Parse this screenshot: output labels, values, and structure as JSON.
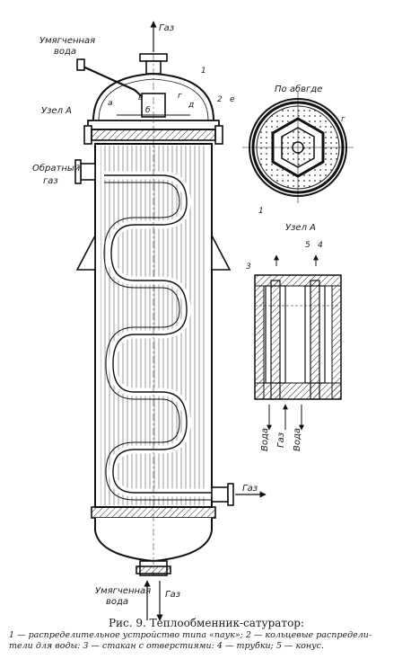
{
  "labels": {
    "gas_top": "Газ",
    "softened_water_top_1": "Умягченная",
    "softened_water_top_2": "вода",
    "node_a_left": "Узел А",
    "return_gas_1": "Обратный",
    "return_gas_2": "газ",
    "gas_out_right": "Газ",
    "softened_water_bottom_1": "Умягченная",
    "softened_water_bottom_2": "вода",
    "gas_bottom": "Газ",
    "section_title": "По абвгде",
    "node_a_detail": "Узел А",
    "water_1": "Вода",
    "gas_mid": "Газ",
    "water_2": "Вода",
    "num_1": "1",
    "num_2": "2",
    "letter_a": "а",
    "letter_b": "б",
    "letter_v": "в",
    "letter_g": "г",
    "letter_d": "д",
    "letter_e": "е",
    "sec_g": "г",
    "sec_1": "1",
    "det_3": "3",
    "det_5": "5",
    "det_4": "4"
  },
  "caption": {
    "title": "Рис. 9. Теплообменник-сатуратор:",
    "line1": "1 — распределительное устройство типа «паук»; 2 — кольцевые распредели-",
    "line2": "тели для воды: 3 — стакан с отверстиями: 4 — трубки; 5 — конус."
  }
}
